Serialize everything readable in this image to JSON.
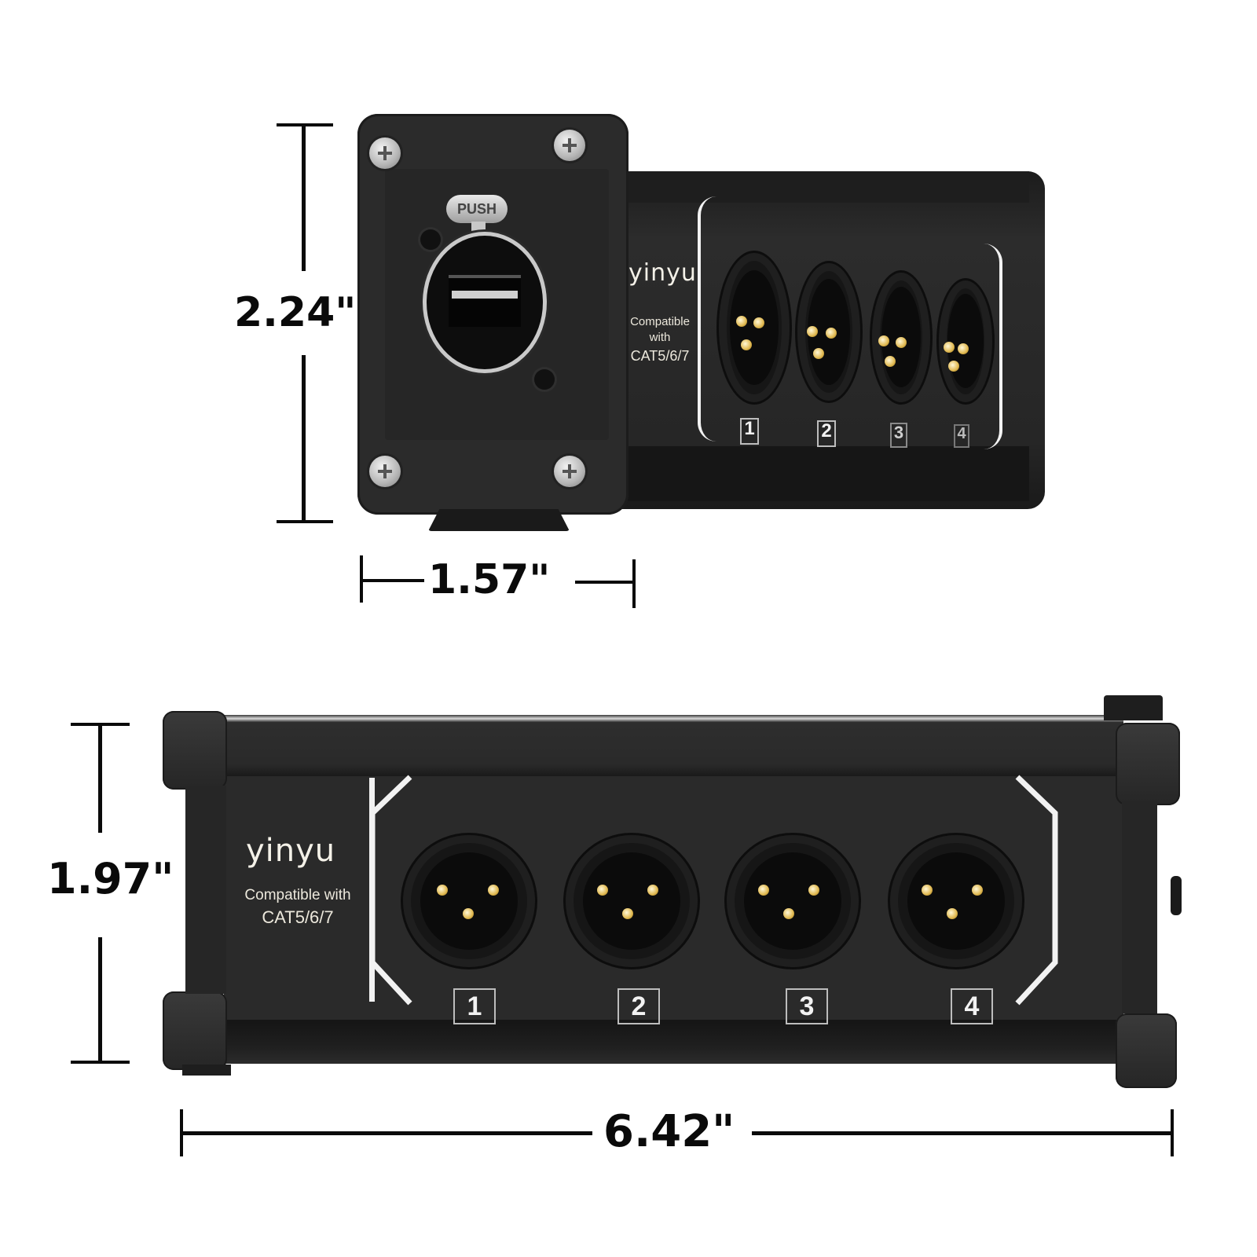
{
  "product": {
    "brand": "yinyu",
    "compat_line1": "Compatible with",
    "compat_line2": "CAT5/6/7",
    "push_label": "PUSH",
    "ports": [
      "1",
      "2",
      "3",
      "4"
    ],
    "connector_type_front": "xlr-male-3pin",
    "connector_type_side": "rj45-ethercon"
  },
  "dimensions": {
    "top_view": {
      "height": "2.24\"",
      "width": "1.57\""
    },
    "bottom_view": {
      "height": "1.97\"",
      "length": "6.42\""
    }
  },
  "colors": {
    "background": "#ffffff",
    "device_body": "#2a2a2a",
    "annotation": "#0a0a0a",
    "label_white": "#f2f2f2",
    "pin_gold": "#e0b84f"
  }
}
